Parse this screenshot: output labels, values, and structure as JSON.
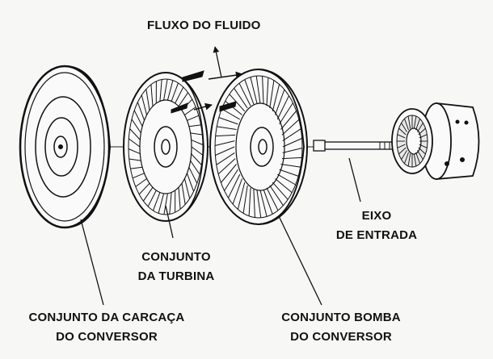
{
  "labels": {
    "fluid_flow": "FLUXO DO FLUIDO",
    "input_shaft": [
      "EIXO",
      "DE ENTRADA"
    ],
    "turbine": [
      "CONJUNTO",
      "DA TURBINA"
    ],
    "housing": [
      "CONJUNTO DA CARCAÇA",
      "DO CONVERSOR"
    ],
    "pump": [
      "CONJUNTO BOMBA",
      "DO CONVERSOR"
    ]
  }
}
